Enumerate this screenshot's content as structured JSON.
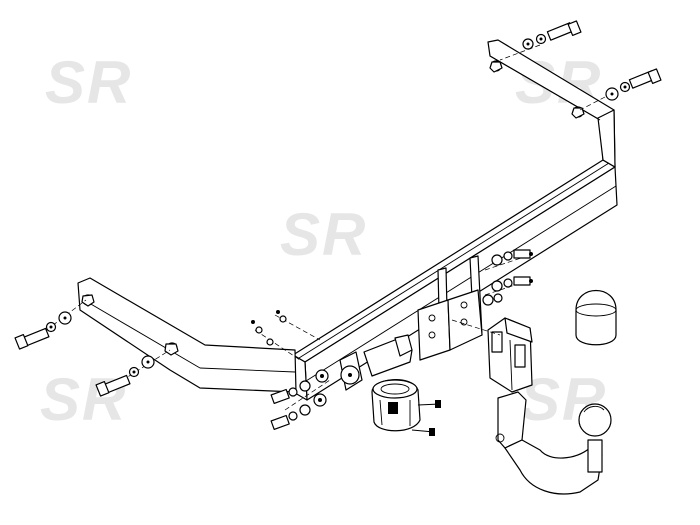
{
  "diagram": {
    "watermark_text": "SR",
    "line_color": "#000000",
    "watermark_color": "#e6e6e6",
    "parts": [
      "main-crossbar",
      "left-side-bracket",
      "right-side-bracket",
      "left-mounting-bolts",
      "right-mounting-bolts",
      "tow-bar-mount-plate",
      "tow-ball-socket-receiver",
      "detachable-tow-ball-neck",
      "tow-ball-cover-cap",
      "electrical-socket-bracket",
      "electrical-socket",
      "socket-screws"
    ]
  }
}
